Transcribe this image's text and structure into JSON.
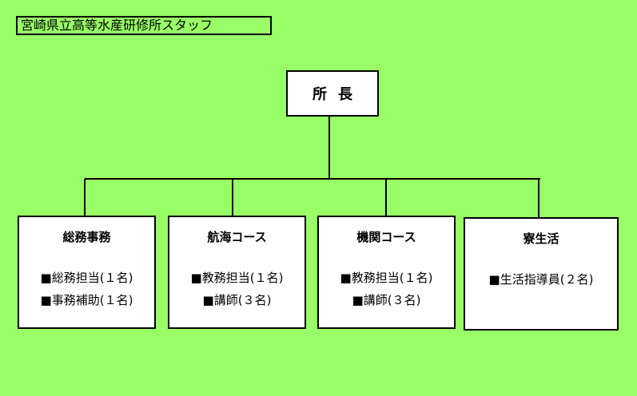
{
  "title": "宮崎県立高等水産研修所スタッフ",
  "head": "所長",
  "departments": [
    {
      "name": "総務事務",
      "lines": [
        "■総務担当(１名)",
        "■事務補助(１名)"
      ]
    },
    {
      "name": "航海コース",
      "lines": [
        "■教務担当(１名)",
        "■講師(３名)"
      ]
    },
    {
      "name": "機関コース",
      "lines": [
        "■教務担当(１名)",
        "■講師(３名)"
      ]
    },
    {
      "name": "寮生活",
      "lines": [
        "■生活指導員(２名)"
      ]
    }
  ]
}
